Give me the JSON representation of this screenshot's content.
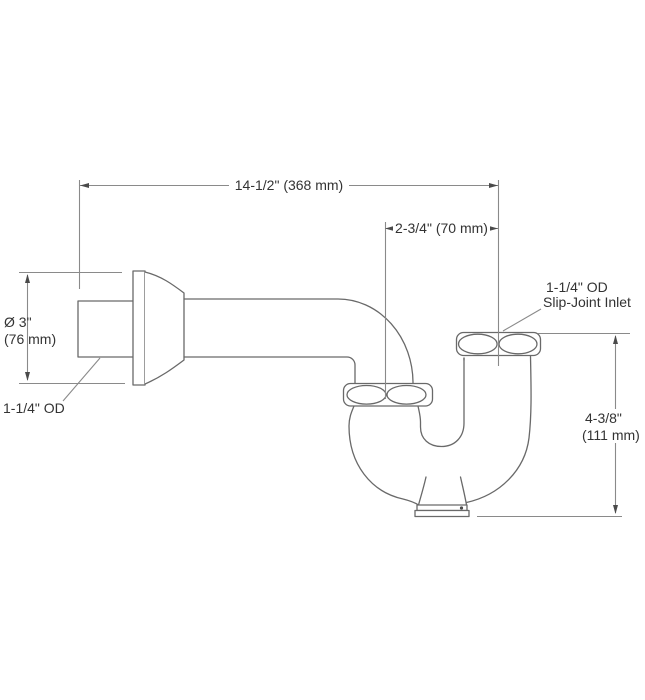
{
  "drawing": {
    "labels": {
      "overall_width": "14-1/2\" (368 mm)",
      "inlet_offset": "2-3/4\" (70 mm)",
      "flange_dia_line1": "Ø 3\"",
      "flange_dia_line2": "(76 mm)",
      "outlet_od": "1-1/4\" OD",
      "inlet_line1": "1-1/4\" OD",
      "inlet_line2": "Slip-Joint Inlet",
      "height_line1": "4-3/8\"",
      "height_line2": "(111 mm)"
    },
    "colors": {
      "outline": "#696969",
      "dimension_line": "#8a8a8a",
      "arrow": "#4a4a4a",
      "text": "#333333",
      "background": "#ffffff"
    }
  }
}
